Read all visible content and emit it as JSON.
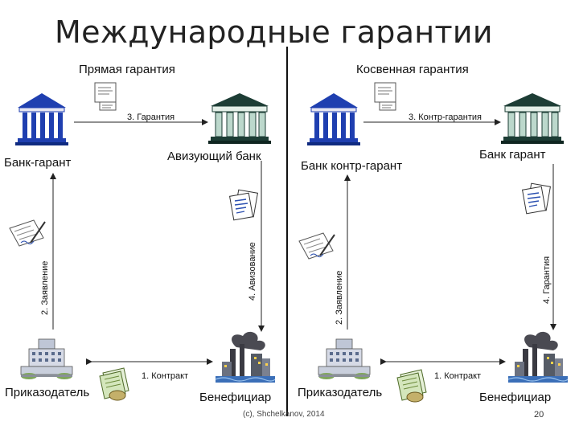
{
  "title": "Международные гарантии",
  "sections": {
    "direct": "Прямая гарантия",
    "indirect": "Косвенная гарантия"
  },
  "direct": {
    "bank_guarantor": "Банк-гарант",
    "advising_bank": "Авизующий  банк",
    "principal": "Приказодатель",
    "beneficiary": "Бенефициар",
    "step1": "1. Контракт",
    "step2": "2. Заявление",
    "step3": "3. Гарантия",
    "step4": "4. Авизование"
  },
  "indirect": {
    "counter_guarantor": "Банк контр-гарант",
    "bank_guarantor": "Банк гарант",
    "principal": "Приказодатель",
    "beneficiary": "Бенефициар",
    "step1": "1. Контракт",
    "step2": "2. Заявление",
    "step3": "3. Контр-гарантия",
    "step4": "4. Гарантия"
  },
  "footer": "(c), Shchelkanov, 2014",
  "page_number": "20"
}
